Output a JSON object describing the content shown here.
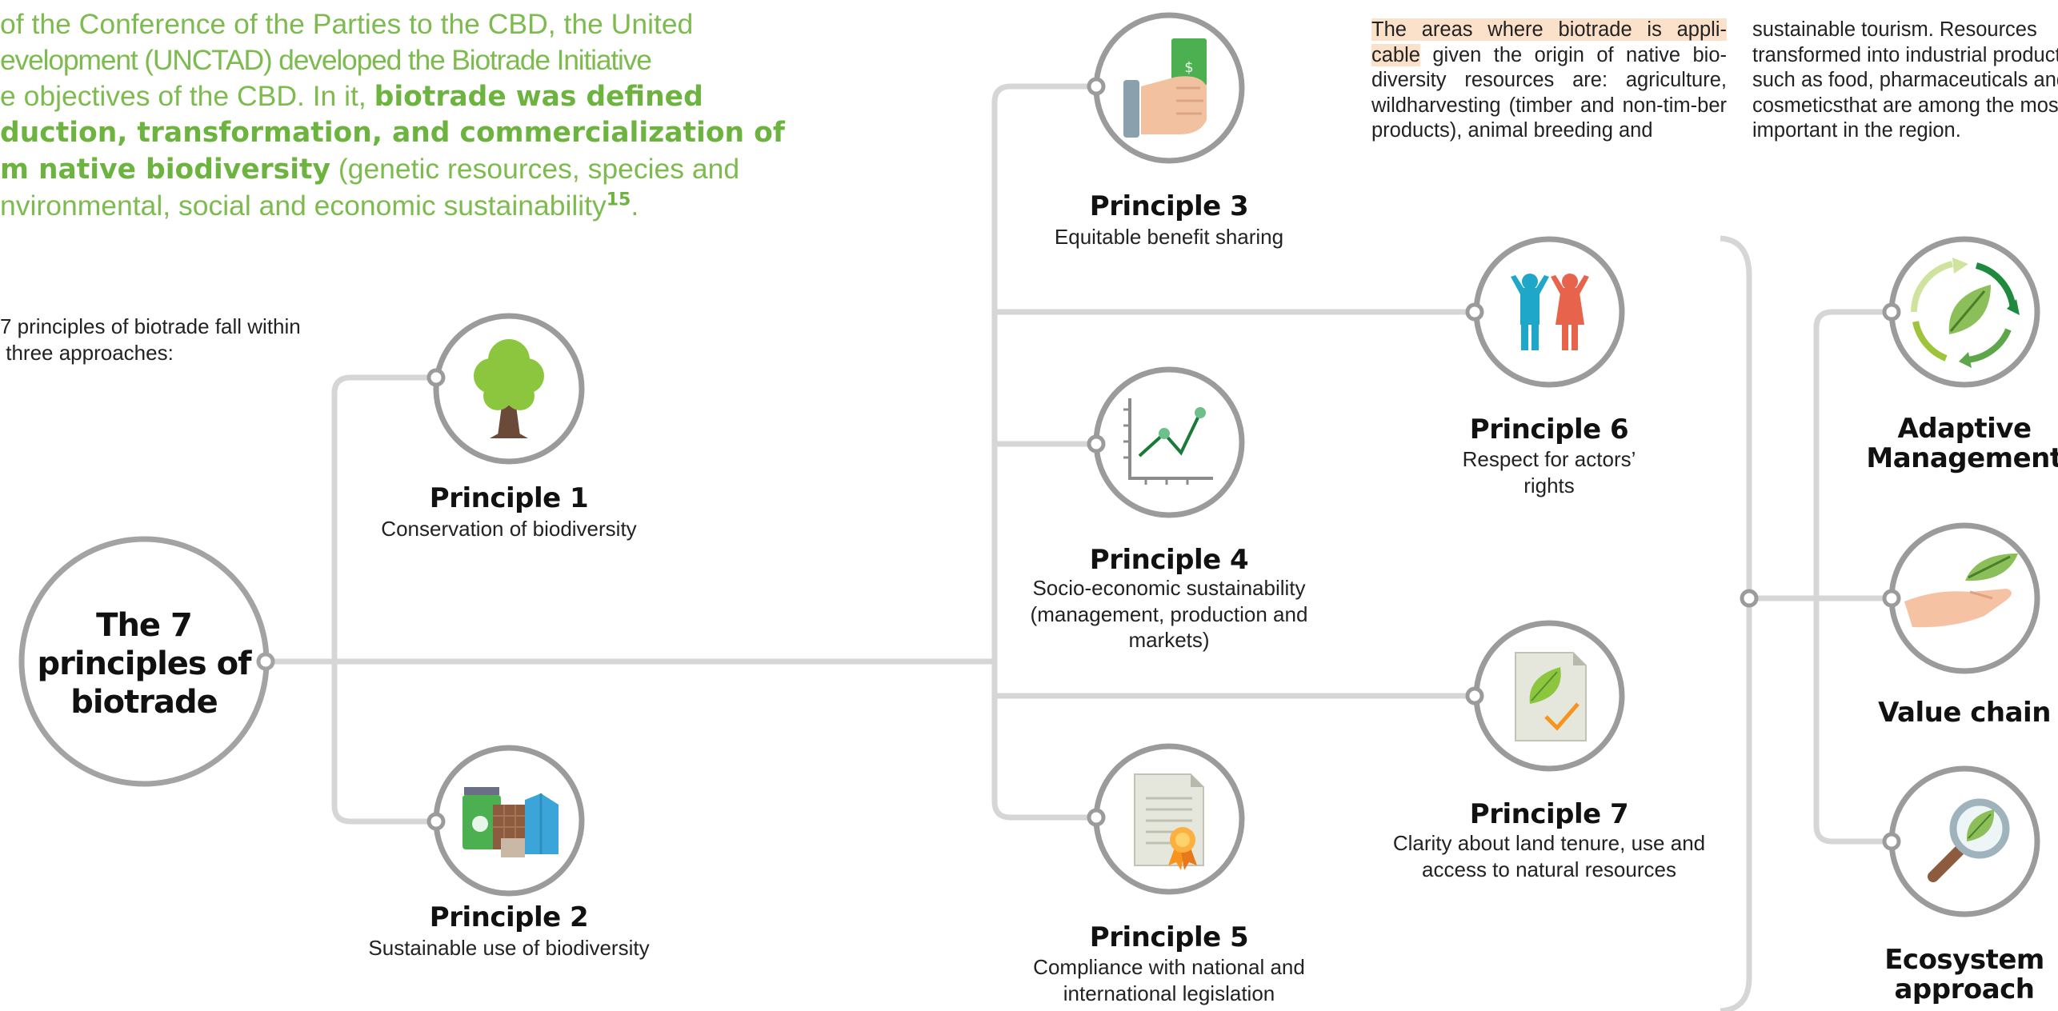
{
  "intro": {
    "lines": [
      {
        "plain": "of the Conference of the Parties to the CBD, the United"
      },
      {
        "plain": "evelopment (UNCTAD) developed the Biotrade Initiative"
      },
      {
        "plain": "e objectives of the CBD. In it, ",
        "bold": "biotrade was defined"
      },
      {
        "bold": "duction, transformation, and commercialization of"
      },
      {
        "bold": "m native biodiversity",
        "plain_after": " (genetic resources, species and"
      },
      {
        "plain": "nvironmental, social and economic sustainability",
        "sup": "15",
        "end": "."
      }
    ]
  },
  "lead_text": {
    "line1": "7 principles of biotrade fall within",
    "line2": " three approaches:"
  },
  "areas_text": {
    "highlight1": "The areas where biotrade is appli-",
    "highlight2": "cable",
    "rest": " given the origin of native bio-diversity resources are: agriculture, wildharvesting (timber and non-tim-ber products), animal breeding and"
  },
  "tourism_text": "sustainable tourism. Resources transformed into industrial products such as food, pharmaceuticals and cosmeticsthat are among the most important in the region.",
  "center": {
    "line1": "The 7",
    "line2": "principles of",
    "line3": "biotrade"
  },
  "principles": [
    {
      "title": "Principle  1",
      "desc": [
        "Conservation of biodiversity"
      ]
    },
    {
      "title": "Principle 2",
      "desc": [
        "Sustainable use of biodiversity"
      ]
    },
    {
      "title": "Principle 3",
      "desc": [
        "Equitable benefit sharing"
      ]
    },
    {
      "title": "Principle 4",
      "desc": [
        "Socio-economic sustainability",
        "(management, production and",
        "markets)"
      ]
    },
    {
      "title": "Principle 5",
      "desc": [
        "Compliance with national and",
        "international legislation"
      ]
    },
    {
      "title": "Principle  6",
      "desc": [
        "Respect for actors’",
        "rights"
      ]
    },
    {
      "title": "Principle 7",
      "desc": [
        "Clarity about land tenure, use and",
        "access to natural resources"
      ]
    }
  ],
  "approaches": [
    {
      "line1": "Adaptive",
      "line2": "Management"
    },
    {
      "line1": "Value chain",
      "line2": ""
    },
    {
      "line1": "Ecosystem",
      "line2": "approach"
    }
  ],
  "icons": {
    "p1": "tree-icon",
    "p2": "products-icon",
    "p3": "hand-money-icon",
    "p4": "growth-chart-icon",
    "p5": "certificate-icon",
    "p6": "people-icon",
    "p7": "approved-document-icon",
    "a1": "recycle-leaf-icon",
    "a2": "hand-leaf-icon",
    "a3": "magnifier-leaf-icon"
  },
  "colors": {
    "accent_green": "#6db33f",
    "connector_gray": "#d4d4d4",
    "ring_gray": "#9b9b9b",
    "highlight": "#fbe1c9"
  }
}
